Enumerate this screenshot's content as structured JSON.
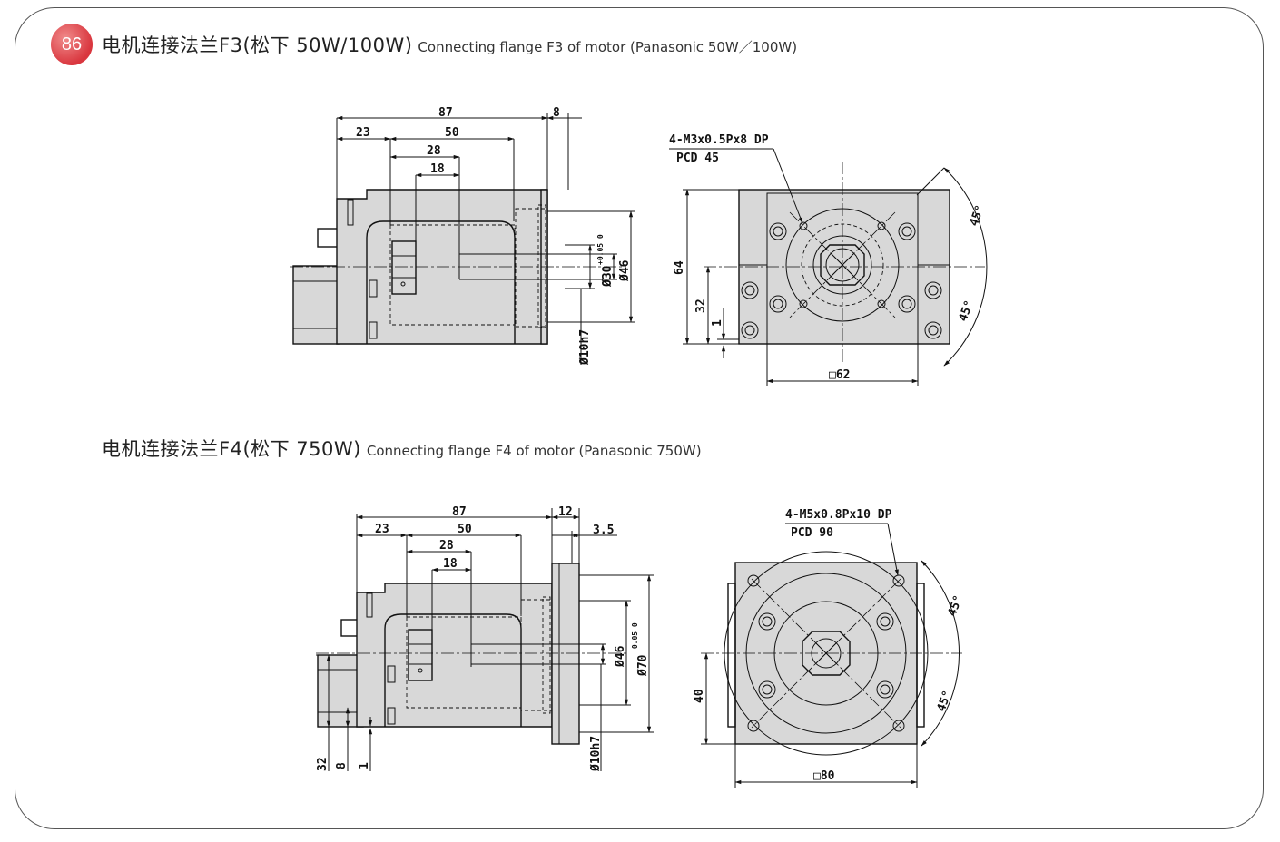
{
  "page": {
    "number": "86",
    "section1": {
      "title_cn": "电机连接法兰F3(松下  50W/100W)",
      "title_en": "Connecting flange F3 of motor (Panasonic 50W／100W)"
    },
    "section2": {
      "title_cn": "电机连接法兰F4(松下  750W)",
      "title_en": "Connecting flange F4 of motor (Panasonic 750W)"
    }
  },
  "drawing_f3": {
    "side": {
      "dim_total": "87",
      "dim_flange": "8",
      "dim_offset": "23",
      "dim_body": "50",
      "dim_window": "28",
      "dim_slot": "18",
      "dim_bore": "Ø30",
      "dim_bore_tol": "+0.05 0",
      "dim_pilot": "Ø46",
      "dim_shaft": "Ø10h7"
    },
    "front": {
      "hole_note": "4-M3x0.5Px8 DP",
      "pcd_note": "PCD 45",
      "dim_height": "64",
      "dim_center": "32",
      "dim_step": "1",
      "dim_square": "□62",
      "angle_top": "45°",
      "angle_bottom": "45°"
    }
  },
  "drawing_f4": {
    "side": {
      "dim_total": "87",
      "dim_flange": "12",
      "dim_spigot": "3.5",
      "dim_offset": "23",
      "dim_body": "50",
      "dim_window": "28",
      "dim_slot": "18",
      "dim_pilot": "Ø46",
      "dim_bore": "Ø70",
      "dim_bore_tol": "+0.05 0",
      "dim_shaft": "Ø10h7",
      "dim_left_32": "32",
      "dim_left_8": "8",
      "dim_left_1": "1"
    },
    "front": {
      "hole_note": "4-M5x0.8Px10 DP",
      "pcd_note": "PCD 90",
      "dim_center": "40",
      "dim_square": "□80",
      "angle_top": "45°",
      "angle_bottom": "45°"
    }
  }
}
